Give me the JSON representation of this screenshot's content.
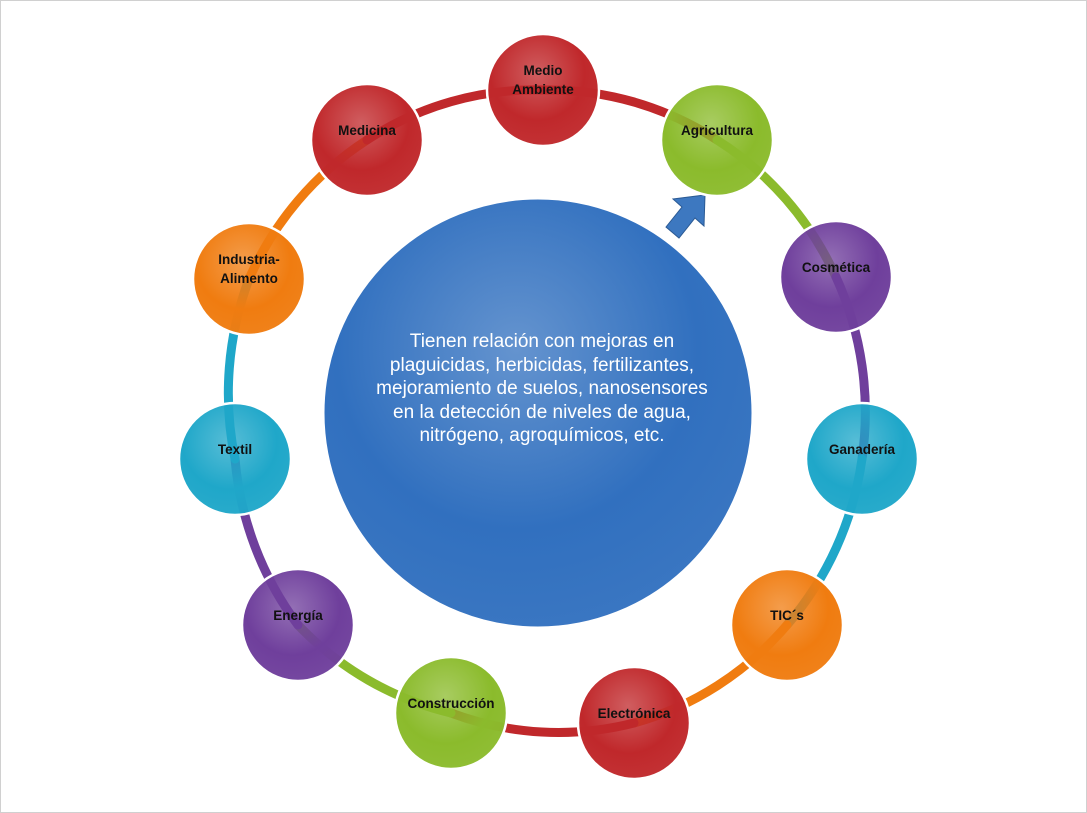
{
  "center_text": "Tienen relación con mejoras en plaguicidas, herbicidas, fertilizantes, mejoramiento de suelos, nanosensores en la detección de niveles de agua, nitrógeno, agroquímicos, etc.",
  "nodes": [
    {
      "label": "Medio Ambiente",
      "color": "#c0282b"
    },
    {
      "label": "Agricultura",
      "color": "#8bbb2c"
    },
    {
      "label": "Cosmética",
      "color": "#6f3f9c"
    },
    {
      "label": "Ganadería",
      "color": "#1fa7c9"
    },
    {
      "label": "TIC´s",
      "color": "#f07c10"
    },
    {
      "label": "Electrónica",
      "color": "#c0282b"
    },
    {
      "label": "Construcción",
      "color": "#8bbb2c"
    },
    {
      "label": "Energía",
      "color": "#6f3f9c"
    },
    {
      "label": "Textil",
      "color": "#1fa7c9"
    },
    {
      "label": "Industria-Alimento",
      "color": "#f07c10"
    },
    {
      "label": "Medicina",
      "color": "#c0282b"
    }
  ],
  "center_color": "#3170bf",
  "arrow_color": "#3d78c0"
}
